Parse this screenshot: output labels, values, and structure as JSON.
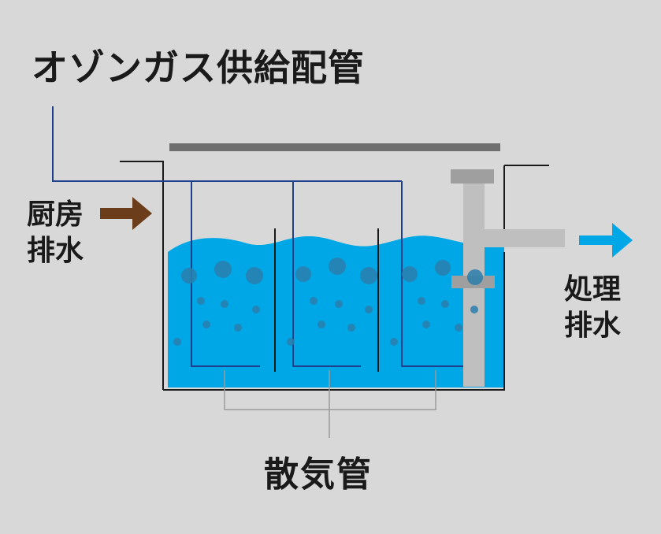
{
  "labels": {
    "ozone_pipe": "オゾンガス供給配管",
    "kitchen_drain": "厨房\n排水",
    "treated_drain": "処理\n排水",
    "diffuser_pipe": "散気管"
  },
  "colors": {
    "background": "#d7d8d7",
    "water": "#00a7e6",
    "bubble": "#2b7fad",
    "ozone_line": "#1f3f8c",
    "inflow_arrow": "#6b3d1a",
    "outflow_arrow": "#00a7e6",
    "pipe_gray": "#bfbfbf",
    "lid": "#6f6f6f"
  }
}
